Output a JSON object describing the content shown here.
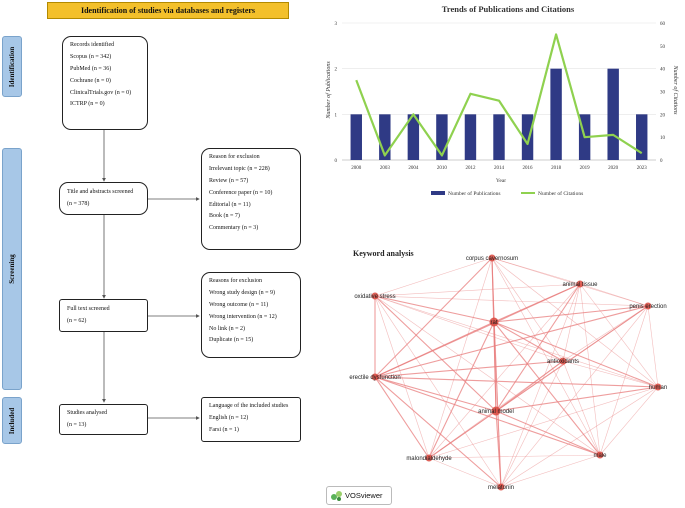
{
  "prisma": {
    "title": "Identification of studies via databases and registers",
    "phases": [
      "Identification",
      "Screening",
      "Included"
    ],
    "records": {
      "heading": "Records identified",
      "items": [
        "Scopus (n = 342)",
        "PubMed (n = 36)",
        "Cochrane (n = 0)",
        "ClinicalTrials.gov (n = 0)",
        "ICTRP (n = 0)"
      ]
    },
    "title_abstract": {
      "label": "Title and abstracts screened",
      "n": "(n = 378)"
    },
    "exclusion1": {
      "heading": "Reason for exclusion",
      "items": [
        "Irrelevant topic (n = 228)",
        "Review (n = 57)",
        "Conference paper (n = 10)",
        "Editorial (n = 11)",
        "Book (n = 7)",
        "Commentary (n = 3)"
      ]
    },
    "full_text": {
      "label": "Full text screened",
      "n": "(n = 62)"
    },
    "exclusion2": {
      "heading": "Reasons for exclusion",
      "items": [
        "Wrong study design (n = 9)",
        "Wrong outcome (n = 11)",
        "Wrong intervention (n = 12)",
        "No link (n = 2)",
        "Duplicate (n = 15)"
      ]
    },
    "analysed": {
      "label": "Studies analysed",
      "n": "(n = 13)"
    },
    "language": {
      "heading": "Language of the included studies",
      "items": [
        "English (n = 12)",
        "Farsi (n = 1)"
      ]
    }
  },
  "chart_data": {
    "type": "bar",
    "title": "Trends of Publications and Citations",
    "xlabel": "Year",
    "ylabel": "Number of Publications",
    "y2label": "Number of Citations",
    "categories": [
      "2000",
      "2003",
      "2004",
      "2010",
      "2012",
      "2014",
      "2016",
      "2018",
      "2019",
      "2020",
      "2023"
    ],
    "ylim": [
      0,
      3
    ],
    "y2lim": [
      0,
      60
    ],
    "yticks": [
      0,
      1,
      2,
      3
    ],
    "y2ticks": [
      0,
      10,
      20,
      30,
      40,
      50,
      60
    ],
    "series": [
      {
        "name": "Number of Publications",
        "kind": "bar",
        "axis": "left",
        "color": "#2f3a85",
        "values": [
          1,
          1,
          1,
          1,
          1,
          1,
          1,
          2,
          1,
          2,
          1
        ]
      },
      {
        "name": "Number of Citations",
        "kind": "line",
        "axis": "right",
        "color": "#8fd14f",
        "values": [
          35,
          2,
          20,
          2,
          29,
          26,
          7,
          55,
          10,
          11,
          3
        ]
      }
    ],
    "legend": "bottom"
  },
  "network": {
    "title": "Keyword analysis",
    "logo_text": "VOSviewer",
    "edge_color": "#e87c7c",
    "node_color": "#d9473c",
    "keywords": [
      "corpus cavernosum",
      "animal tissue",
      "oxidative stress",
      "penis erection",
      "rat",
      "antioxidants",
      "erectile dysfunction",
      "human",
      "animal model",
      "malondialdehyde",
      "male",
      "melatonin"
    ]
  }
}
